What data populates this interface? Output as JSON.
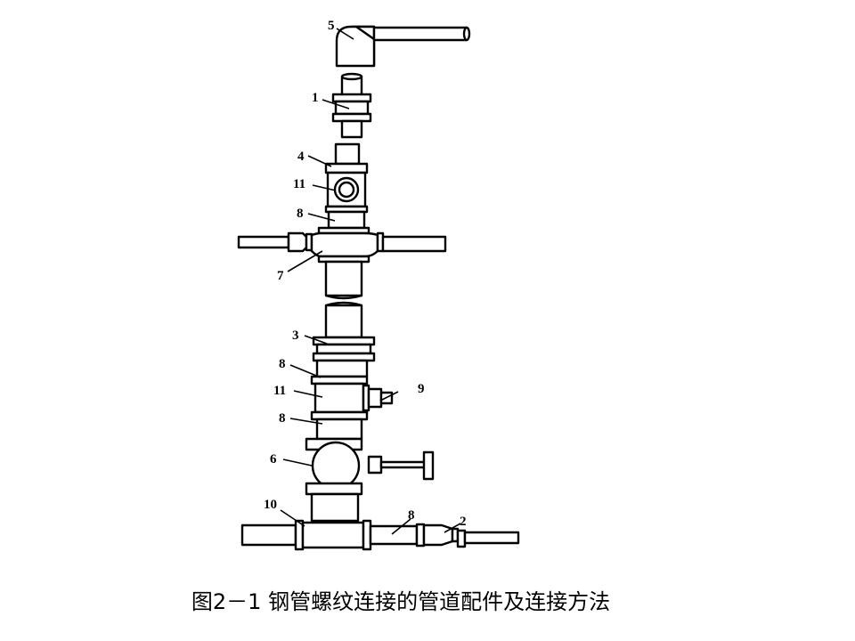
{
  "figure": {
    "caption": "图2－1 钢管螺纹连接的管道配件及连接方法"
  },
  "labels": {
    "l1": "1",
    "l2": "2",
    "l3": "3",
    "l4": "4",
    "l5": "5",
    "l6": "6",
    "l7": "7",
    "l8a": "8",
    "l8b": "8",
    "l8c": "8",
    "l8d": "8",
    "l9": "9",
    "l10": "10",
    "l11a": "11",
    "l11b": "11"
  },
  "colors": {
    "line": "#000000",
    "fill": "#ffffff"
  }
}
